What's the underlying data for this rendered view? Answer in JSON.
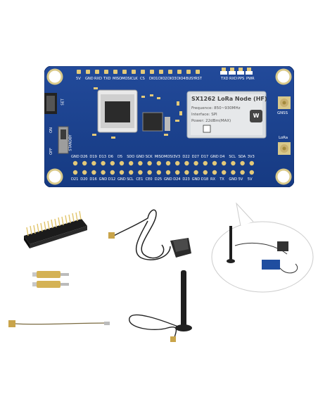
{
  "board": {
    "top_header": [
      "5V",
      "GND",
      "RXD",
      "TXD",
      "MISO",
      "MOSI",
      "CLK",
      "CS",
      "DIO1",
      "DIO2",
      "DIO3",
      "DIO4",
      "BUSY",
      "RST"
    ],
    "top_right_header": [
      "TXD",
      "RXD",
      "PPS",
      "PWR"
    ],
    "module_title": "SX1262 LoRa Node (HF)",
    "module_freq": "Frequence: 850~930MHz",
    "module_interface": "Interface: SPI",
    "module_power": "Power: 22dBm(MAX)",
    "side_labels": {
      "set": "SET",
      "on": "ON",
      "off": "OFF",
      "standby": "STANDBY"
    },
    "antenna_labels": {
      "gnss": "GNSS",
      "lora": "LoRa"
    },
    "gpio_top_row": [
      "GND",
      "D26",
      "D19",
      "D13",
      "D6",
      "D5",
      "SDO",
      "GND",
      "SCK",
      "MISO",
      "MOSI",
      "3V3",
      "D22",
      "D27",
      "D17",
      "GND",
      "D4",
      "SCL",
      "SDA",
      "3V3"
    ],
    "gpio_bottom_row": [
      "D21",
      "D20",
      "D16",
      "GND",
      "D12",
      "GND",
      "SCL",
      "CE1",
      "CE0",
      "D25",
      "GND",
      "D24",
      "D23",
      "GND",
      "D18",
      "RX",
      "TX",
      "GND",
      "5V",
      "5V"
    ]
  },
  "colors": {
    "pcb": "#1a3f8a",
    "pcb_edge": "#0f2d6b",
    "background": "#ffffff"
  },
  "items": [
    "pin-header",
    "standoffs",
    "gnss-antenna",
    "lora-antenna",
    "ipex-cable"
  ]
}
